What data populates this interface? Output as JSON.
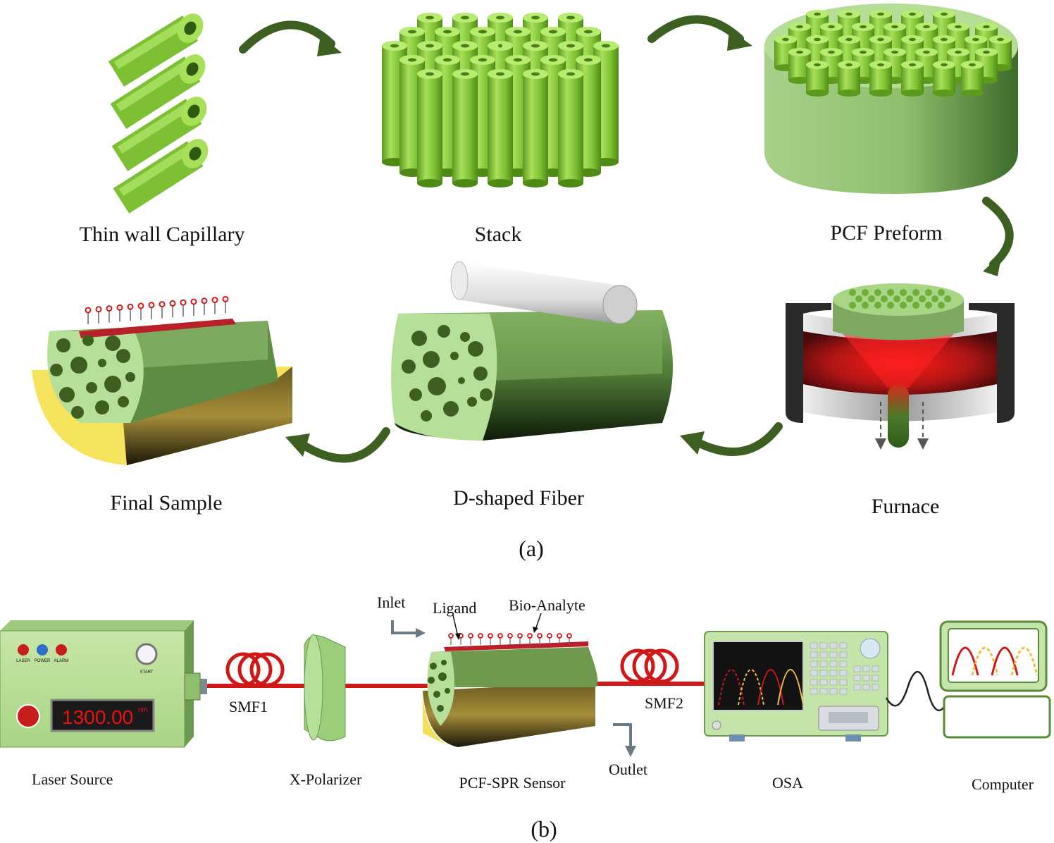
{
  "panel_a": {
    "label": "(a)",
    "steps": {
      "capillary": "Thin wall Capillary",
      "stack": "Stack",
      "preform": "PCF Preform",
      "furnace": "Furnace",
      "dfiber": "D-shaped Fiber",
      "final": "Final Sample"
    }
  },
  "panel_b": {
    "label": "(b)",
    "components": {
      "laser": "Laser Source",
      "polarizer": "X-Polarizer",
      "sensor": "PCF-SPR Sensor",
      "osa": "OSA",
      "computer": "Computer"
    },
    "fibers": {
      "smf1": "SMF1",
      "smf2": "SMF2"
    },
    "flow": {
      "inlet": "Inlet",
      "outlet": "Outlet"
    },
    "annotations": {
      "ligand": "Ligand",
      "analyte": "Bio-Analyte"
    },
    "laser_panel": {
      "readout": "1300.00",
      "unit": "nm",
      "buttons": [
        "LASER",
        "POWER",
        "ALARM"
      ],
      "start": "START"
    }
  },
  "colors": {
    "green": "#8fce3e",
    "dark_green": "#3f5e22",
    "fiber_red": "#d01818",
    "gold": "#f2e05a"
  }
}
